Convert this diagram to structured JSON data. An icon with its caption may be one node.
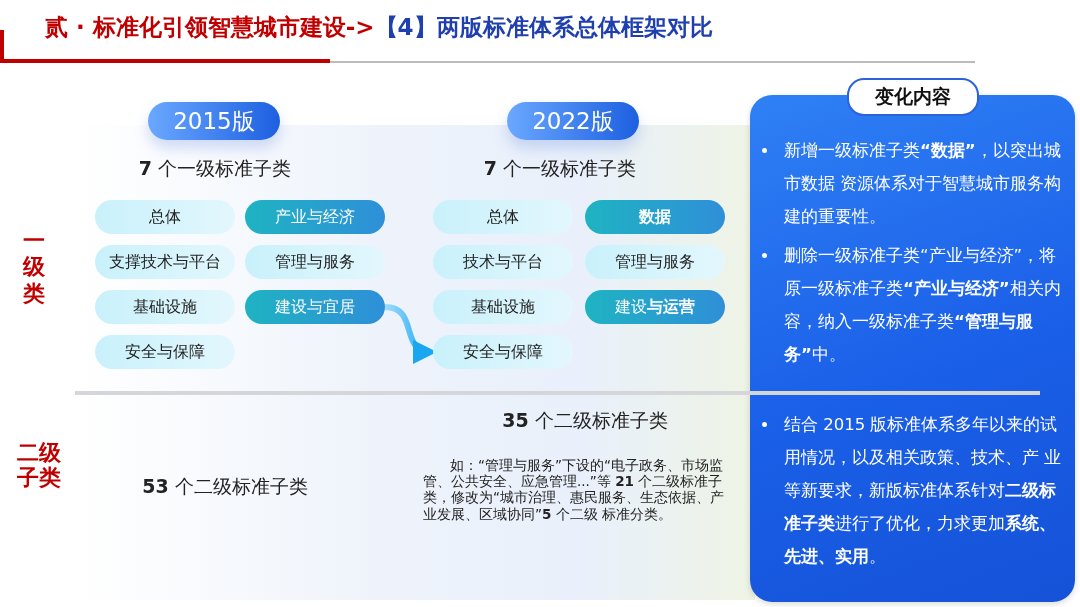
{
  "diagram": {
    "title": "贰 · 标准化引领智慧城市建设->*【4】两版标准体系总体框架对比*",
    "nodes": [
      {
        "text": [
          "2015版"
        ]
      },
      {
        "text": [
          "2022版"
        ]
      },
      {
        "text": [
          "总体"
        ]
      },
      {
        "text": [
          "产业与经济"
        ]
      },
      {
        "text": [
          "支撑技术与平台"
        ]
      },
      {
        "text": [
          "管理与服务"
        ]
      },
      {
        "text": [
          "基础设施"
        ]
      },
      {
        "text": [
          "建设与宜居"
        ]
      },
      {
        "text": [
          "安全与保障"
        ]
      },
      {
        "text": [
          "总体"
        ]
      },
      {
        "text": [
          "**数据**"
        ]
      },
      {
        "text": [
          "技术与平台"
        ]
      },
      {
        "text": [
          "管理与服务"
        ]
      },
      {
        "text": [
          "基础设施"
        ]
      },
      {
        "text": [
          "建设**与运营**"
        ]
      },
      {
        "text": [
          "安全与保障"
        ]
      },
      {
        "text": [
          "新增一级标准子类**“数据”**，以突出城市数据 资源体系对于智慧城市服务构建的重要性。",
          "删除一级标准子类“产业与经济”，将原一级标准子类**“产业与经济”**相关内容，纳入一级标准子类**“管理与服务”**中。",
          "结合 2015 版标准体系多年以来的试用情况，以及相关政策、技术、产 业等新要求，新版标准体系针对**二级标准子类**进行了优化，力求更加**系统、先进、实用**。"
        ]
      },
      {
        "text": [
          "变化内容"
        ],
        "in": 16
      }
    ],
    "edges": [
      {
        "from": 7,
        "to": 15,
        "arrow": "to"
      }
    ],
    "labels": [
      "**7** 个一级标准子类",
      "**7** 个一级标准子类",
      "一级类",
      "二级子类",
      "**53** 个二级标准子类",
      "**35** 个二级标准子类",
      "如：“管理与服务”下设的“电子政务、市场监管、公共安全、应急管理...”等 **21** 个二级标准子类，修改为“城市治理、惠民服务、生态依据、产业发展、区域协同”**5** 个二级 标准分类。"
    ]
  }
}
